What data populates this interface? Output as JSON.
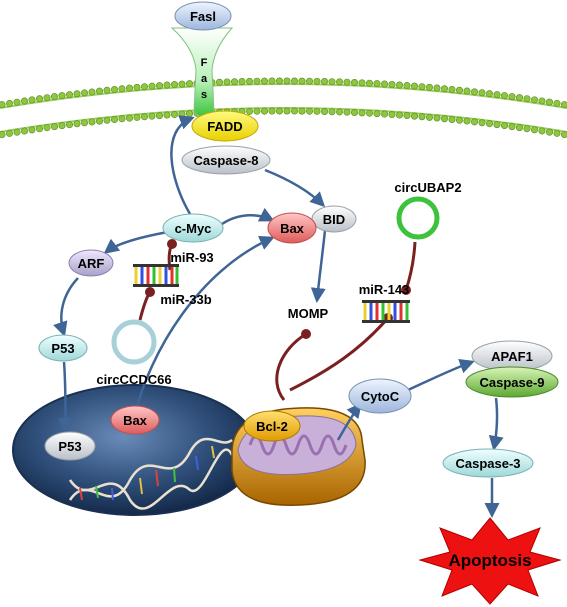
{
  "diagram": {
    "ligand": "Fasl",
    "receptor_letters": [
      "F",
      "a",
      "s"
    ],
    "adaptor": "FADD",
    "caspase8": "Caspase-8",
    "bid": "BID",
    "bax_top": "Bax",
    "bax_nucleus": "Bax",
    "cmyc": "c-Myc",
    "arf": "ARF",
    "p53_cyto": "P53",
    "p53_nucleus": "P53",
    "mir93": "miR-93",
    "mir33b": "miR-33b",
    "circ_ccdc66": "circCCDC66",
    "circ_ubap2": "circUBAP2",
    "mir143": "miR-143",
    "momp": "MOMP",
    "bcl2": "Bcl-2",
    "cytoc": "CytoC",
    "apaf1": "APAF1",
    "caspase9": "Caspase-9",
    "caspase3": "Caspase-3",
    "apoptosis": "Apoptosis"
  },
  "colors": {
    "arrow": "#3f6496",
    "inhibit": "#7a2020",
    "membrane": "#8ec63f",
    "fadd": "#f5e800",
    "bax": "#f08080",
    "bcl2": "#f0b800",
    "caspase9": "#7fc241",
    "apoptosis": "#ee1111",
    "nucleus": "#2e4b73",
    "circ_ubap2": "#3cc23c",
    "circ_ccdc66": "#a8d0d8"
  }
}
